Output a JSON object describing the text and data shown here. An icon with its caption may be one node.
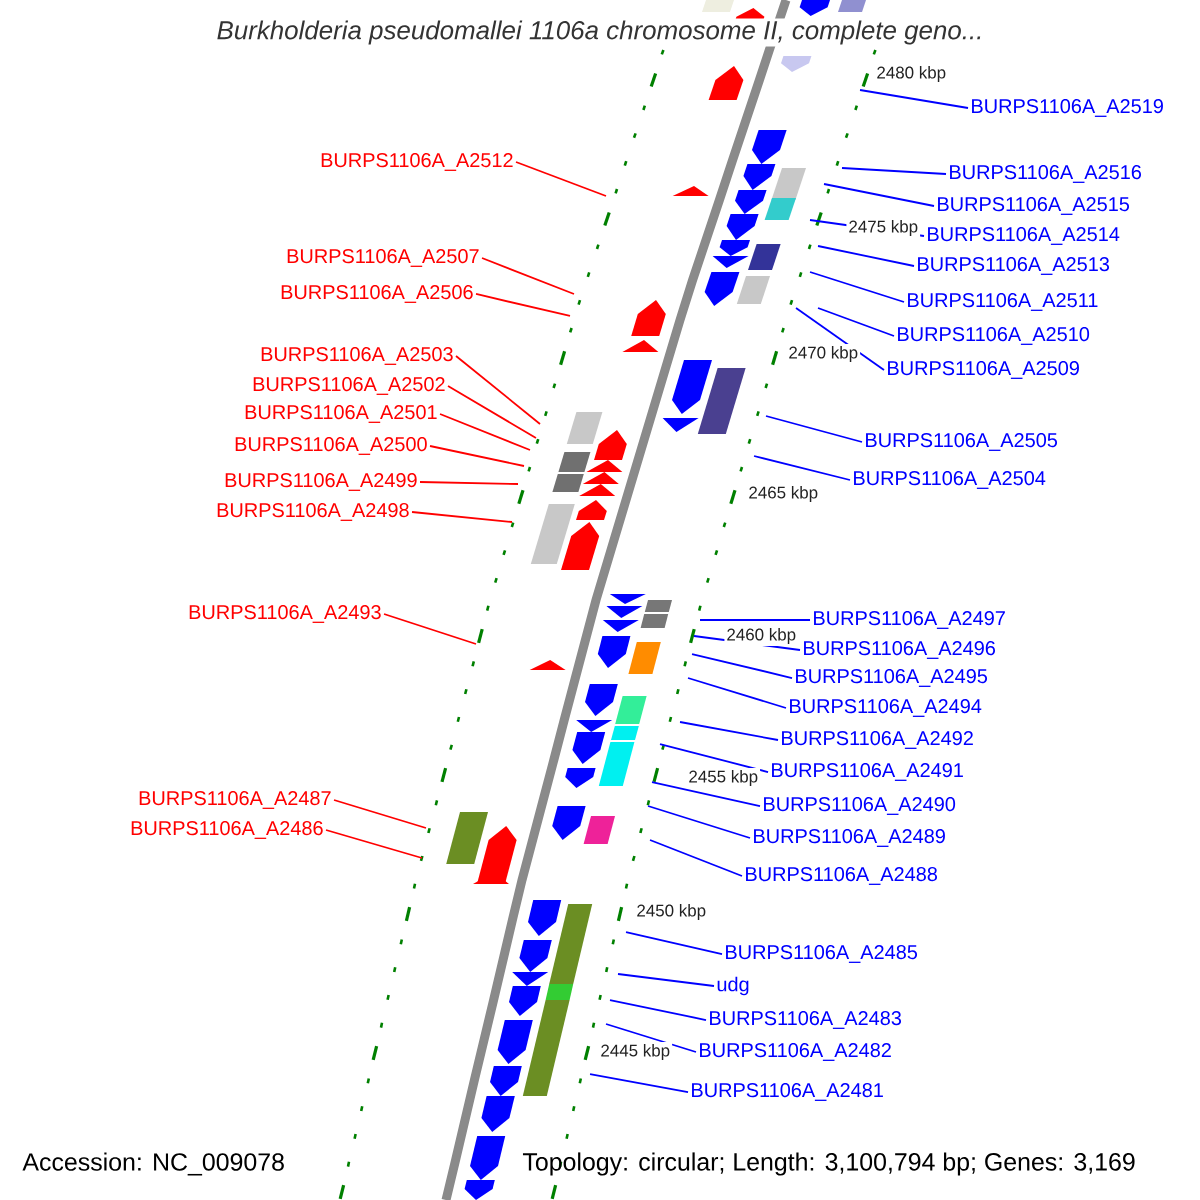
{
  "diagram": {
    "title": "Burkholderia pseudomallei 1106a chromosome II, complete geno...",
    "nodes": [
      {
        "text": [
          "BURPS1106A_A2512"
        ]
      },
      {
        "text": [
          "BURPS1106A_A2507"
        ]
      },
      {
        "text": [
          "BURPS1106A_A2506"
        ]
      },
      {
        "text": [
          "BURPS1106A_A2503"
        ]
      },
      {
        "text": [
          "BURPS1106A_A2502"
        ]
      },
      {
        "text": [
          "BURPS1106A_A2501"
        ]
      },
      {
        "text": [
          "BURPS1106A_A2500"
        ]
      },
      {
        "text": [
          "BURPS1106A_A2499"
        ]
      },
      {
        "text": [
          "BURPS1106A_A2498"
        ]
      },
      {
        "text": [
          "BURPS1106A_A2493"
        ]
      },
      {
        "text": [
          "BURPS1106A_A2487"
        ]
      },
      {
        "text": [
          "BURPS1106A_A2486"
        ]
      },
      {
        "text": [
          "BURPS1106A_A2519"
        ]
      },
      {
        "text": [
          "BURPS1106A_A2516"
        ]
      },
      {
        "text": [
          "BURPS1106A_A2515"
        ]
      },
      {
        "text": [
          "BURPS1106A_A2514"
        ]
      },
      {
        "text": [
          "BURPS1106A_A2513"
        ]
      },
      {
        "text": [
          "BURPS1106A_A2511"
        ]
      },
      {
        "text": [
          "BURPS1106A_A2510"
        ]
      },
      {
        "text": [
          "BURPS1106A_A2509"
        ]
      },
      {
        "text": [
          "BURPS1106A_A2505"
        ]
      },
      {
        "text": [
          "BURPS1106A_A2504"
        ]
      },
      {
        "text": [
          "BURPS1106A_A2497"
        ]
      },
      {
        "text": [
          "BURPS1106A_A2496"
        ]
      },
      {
        "text": [
          "BURPS1106A_A2495"
        ]
      },
      {
        "text": [
          "BURPS1106A_A2494"
        ]
      },
      {
        "text": [
          "BURPS1106A_A2492"
        ]
      },
      {
        "text": [
          "BURPS1106A_A2491"
        ]
      },
      {
        "text": [
          "BURPS1106A_A2490"
        ]
      },
      {
        "text": [
          "BURPS1106A_A2489"
        ]
      },
      {
        "text": [
          "BURPS1106A_A2488"
        ]
      },
      {
        "text": [
          "BURPS1106A_A2485"
        ]
      },
      {
        "text": [
          "udg"
        ]
      },
      {
        "text": [
          "BURPS1106A_A2483"
        ]
      },
      {
        "text": [
          "BURPS1106A_A2482"
        ]
      },
      {
        "text": [
          "BURPS1106A_A2481"
        ]
      }
    ],
    "edges": [
      {
        "from": 0,
        "to": null,
        "arrow": "none",
        "color": "#ff0000"
      },
      {
        "from": 1,
        "to": null,
        "arrow": "none",
        "color": "#ff0000"
      },
      {
        "from": 2,
        "to": null,
        "arrow": "none",
        "color": "#ff0000"
      },
      {
        "from": 3,
        "to": null,
        "arrow": "none",
        "color": "#ff0000"
      },
      {
        "from": 4,
        "to": null,
        "arrow": "none",
        "color": "#ff0000"
      },
      {
        "from": 5,
        "to": null,
        "arrow": "none",
        "color": "#ff0000"
      },
      {
        "from": 6,
        "to": null,
        "arrow": "none",
        "color": "#ff0000"
      },
      {
        "from": 7,
        "to": null,
        "arrow": "none",
        "color": "#ff0000"
      },
      {
        "from": 8,
        "to": null,
        "arrow": "none",
        "color": "#ff0000"
      },
      {
        "from": 9,
        "to": null,
        "arrow": "none",
        "color": "#ff0000"
      },
      {
        "from": 10,
        "to": null,
        "arrow": "none",
        "color": "#ff0000"
      },
      {
        "from": 11,
        "to": null,
        "arrow": "none",
        "color": "#ff0000"
      },
      {
        "from": 12,
        "to": null,
        "arrow": "none"
      },
      {
        "from": 13,
        "to": null,
        "arrow": "none"
      },
      {
        "from": 14,
        "to": null,
        "arrow": "none"
      },
      {
        "from": 15,
        "to": null,
        "arrow": "none"
      },
      {
        "from": 16,
        "to": null,
        "arrow": "none"
      },
      {
        "from": 17,
        "to": null,
        "arrow": "none"
      },
      {
        "from": 18,
        "to": null,
        "arrow": "none"
      },
      {
        "from": 19,
        "to": null,
        "arrow": "none"
      },
      {
        "from": 20,
        "to": null,
        "arrow": "none"
      },
      {
        "from": 21,
        "to": null,
        "arrow": "none"
      },
      {
        "from": 22,
        "to": null,
        "arrow": "none"
      },
      {
        "from": 23,
        "to": null,
        "arrow": "none"
      },
      {
        "from": 24,
        "to": null,
        "arrow": "none"
      },
      {
        "from": 25,
        "to": null,
        "arrow": "none"
      },
      {
        "from": 26,
        "to": null,
        "arrow": "none"
      },
      {
        "from": 27,
        "to": null,
        "arrow": "none"
      },
      {
        "from": 28,
        "to": null,
        "arrow": "none"
      },
      {
        "from": 29,
        "to": null,
        "arrow": "none"
      },
      {
        "from": 30,
        "to": null,
        "arrow": "none"
      },
      {
        "from": 31,
        "to": null,
        "arrow": "none"
      },
      {
        "from": 32,
        "to": null,
        "arrow": "none"
      },
      {
        "from": 33,
        "to": null,
        "arrow": "none"
      },
      {
        "from": 34,
        "to": null,
        "arrow": "none"
      },
      {
        "from": 35,
        "to": null,
        "arrow": "none"
      }
    ],
    "labels": [
      "2480 kbp",
      "2475 kbp",
      "2470 kbp",
      "2465 kbp",
      "2460 kbp",
      "2455 kbp",
      "2450 kbp",
      "2445 kbp",
      "Accession: NC_009078",
      "Topology: circular; Length: 3,100,794 bp; Genes: 3,169"
    ]
  }
}
